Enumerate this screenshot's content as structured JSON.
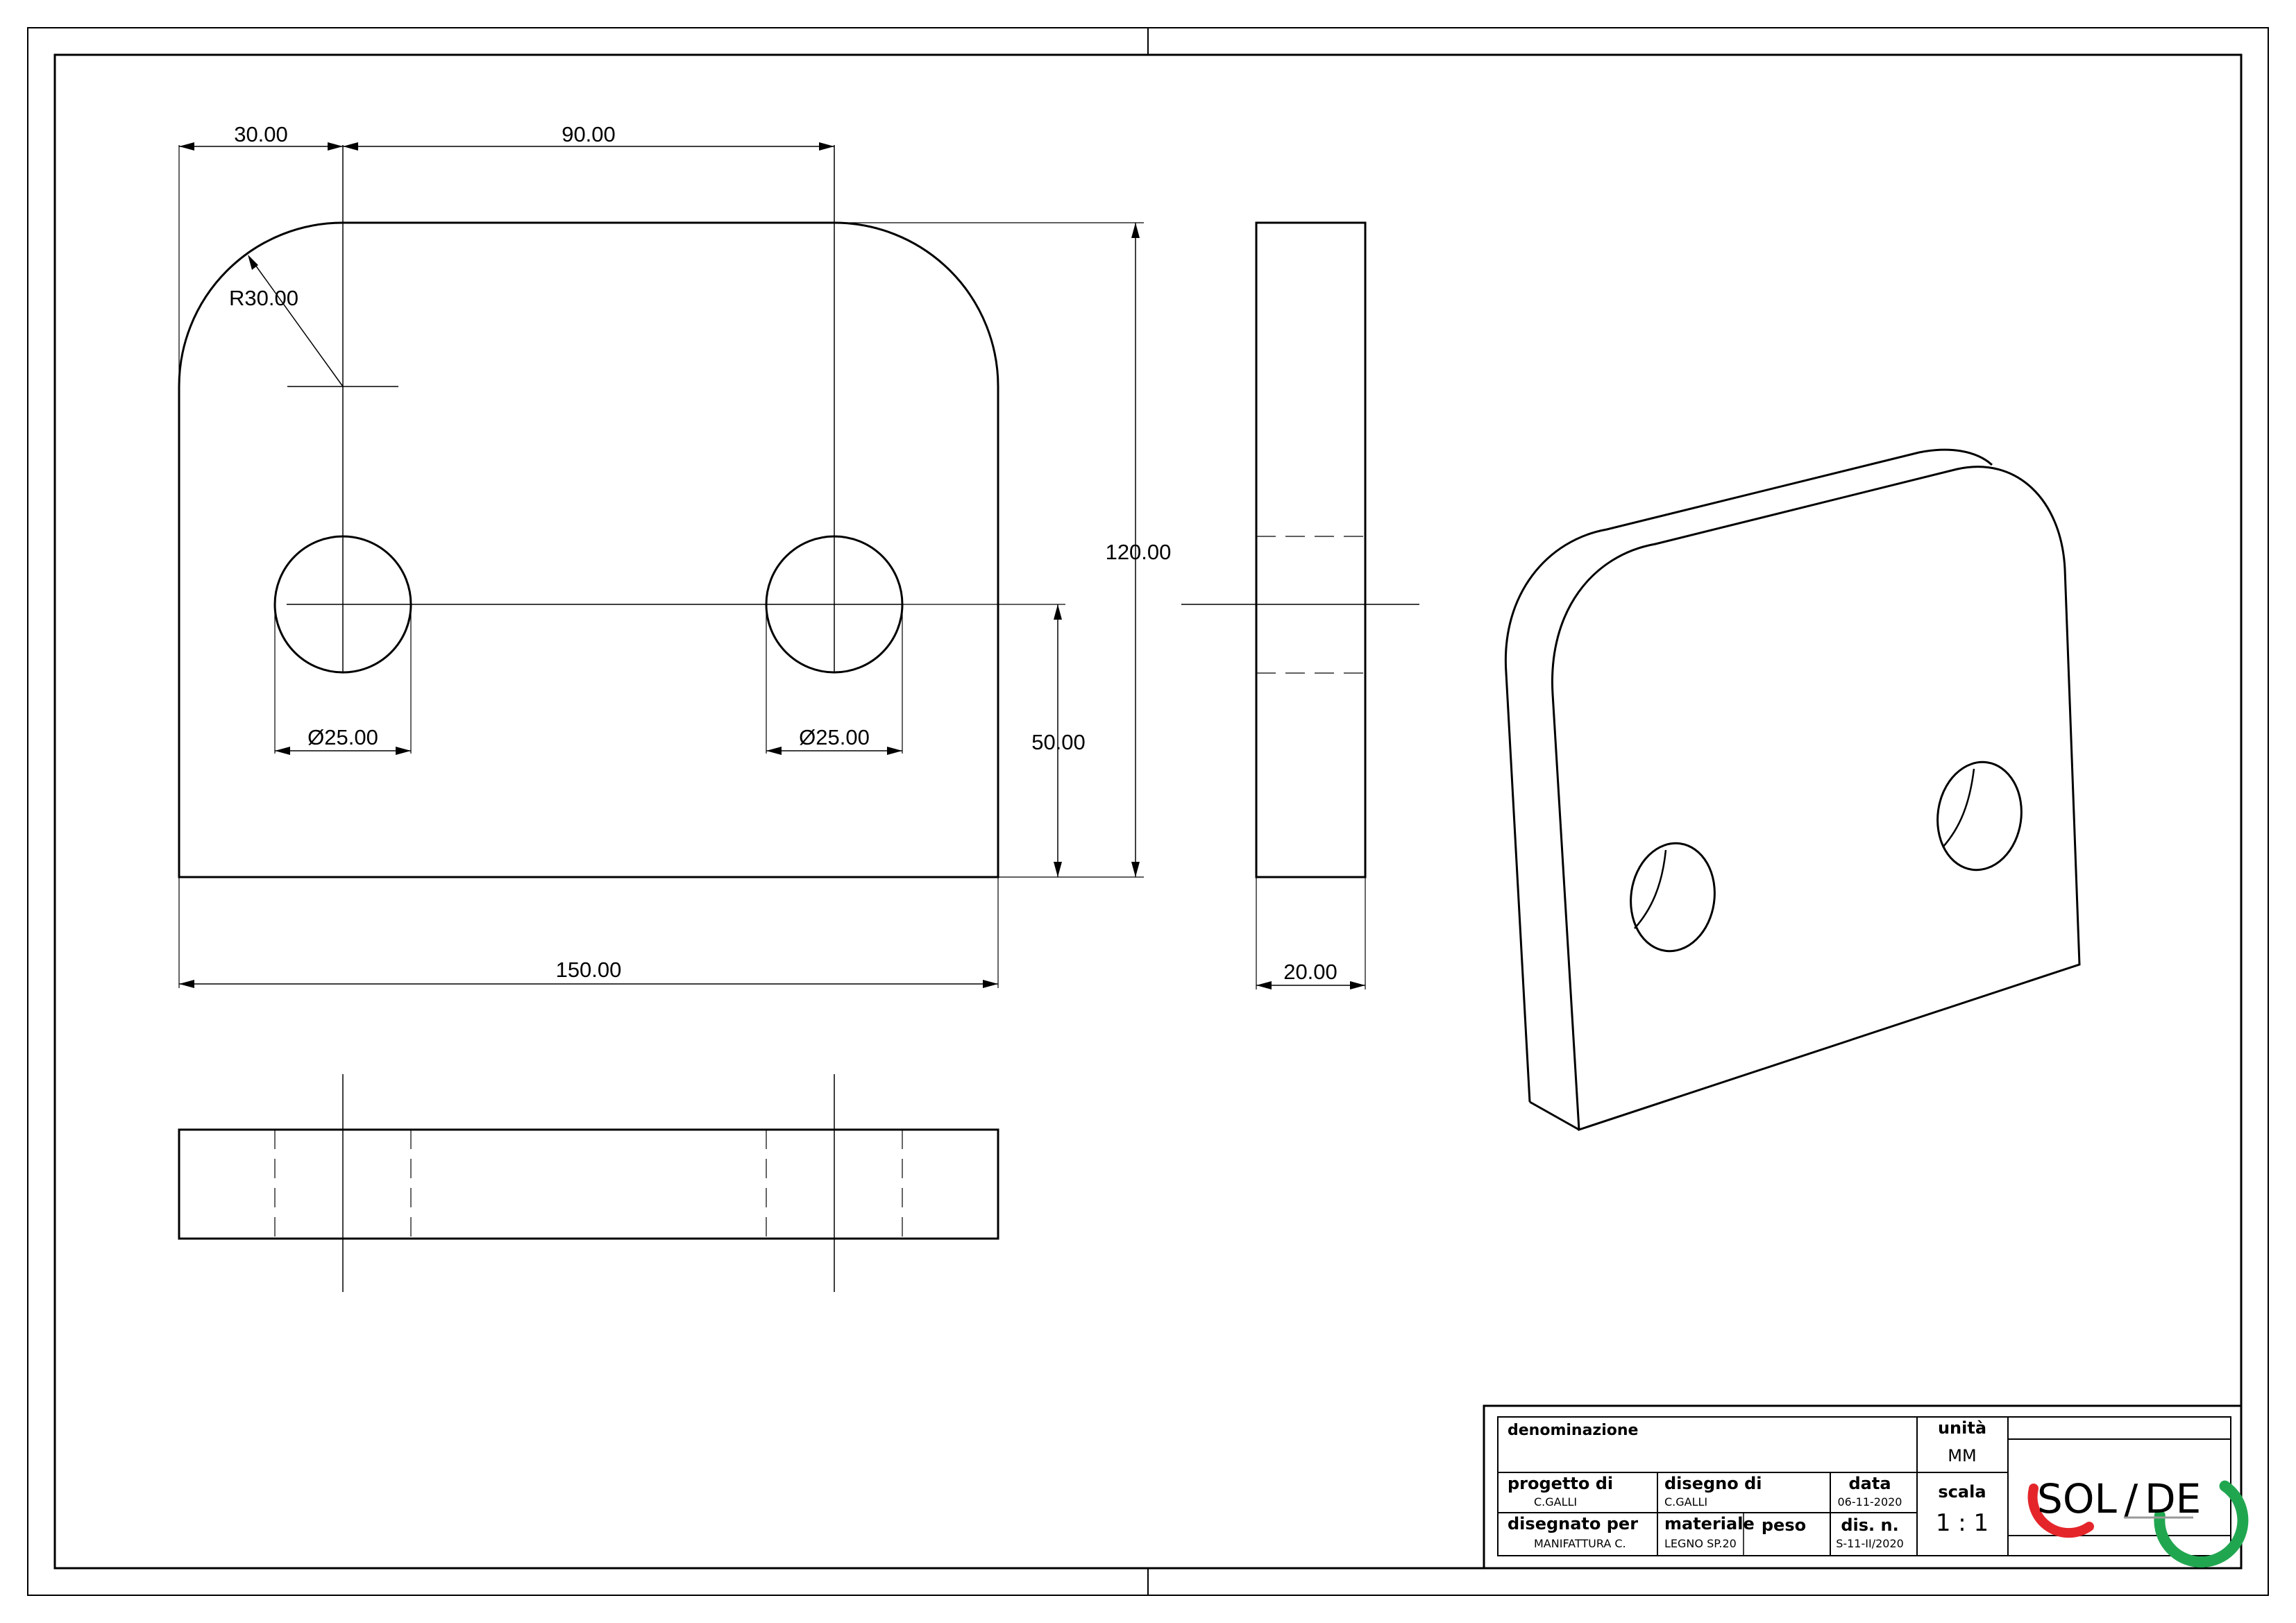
{
  "colors": {
    "line": "#000000",
    "logo_green": "#21a650",
    "logo_red": "#e4262b",
    "logo_blue": "#2b6cb8"
  },
  "dimensions": {
    "hole_offset": "30.00",
    "hole_spacing": "90.00",
    "corner_radius": "R30.00",
    "height": "120.00",
    "hole_height": "50.00",
    "hole_diameter_left": "Ø25.00",
    "hole_diameter_right": "Ø25.00",
    "width": "150.00",
    "thickness": "20.00"
  },
  "title_block": {
    "denominazione_label": "denominazione",
    "unita_label": "unità",
    "unita_value": "MM",
    "progetto_label": "progetto di",
    "progetto_value": "C.GALLI",
    "disegno_label": "disegno di",
    "disegno_value": "C.GALLI",
    "data_label": "data",
    "data_value": "06-11-2020",
    "scala_label": "scala",
    "scala_value": "1 : 1",
    "disegnato_label": "disegnato per",
    "disegnato_value": "MANIFATTURA C.",
    "materiale_label": "materiale",
    "materiale_value": "LEGNO SP.20",
    "peso_label": "peso",
    "dis_label": "dis. n.",
    "dis_value": "S-11-II/2020"
  },
  "logo": {
    "left_text": "SOL",
    "separator": "/",
    "right_text": "DE"
  }
}
